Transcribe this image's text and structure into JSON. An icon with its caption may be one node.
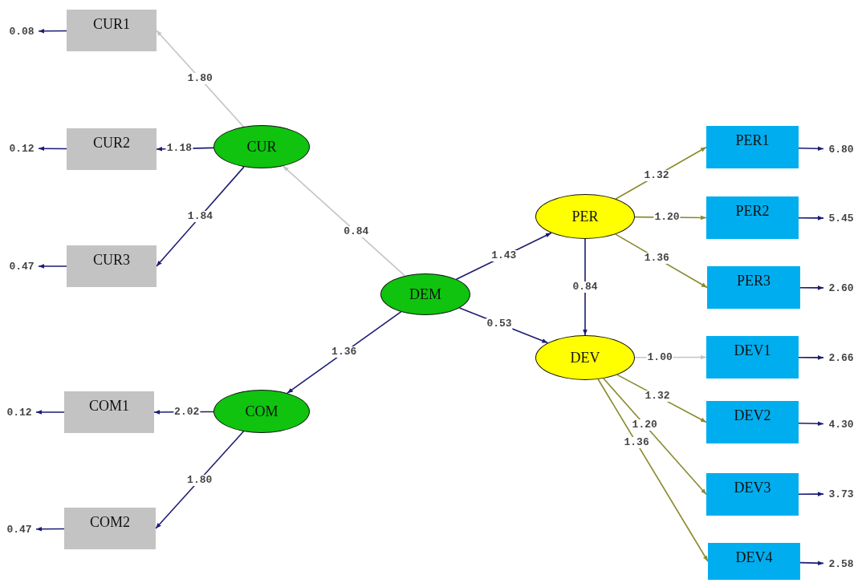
{
  "diagram": {
    "nodes": [
      {
        "text": [
          "CUR1"
        ]
      },
      {
        "text": [
          "CUR2"
        ]
      },
      {
        "text": [
          "CUR3"
        ]
      },
      {
        "text": [
          "COM1"
        ]
      },
      {
        "text": [
          "COM2"
        ]
      },
      {
        "text": [
          "CUR"
        ]
      },
      {
        "text": [
          "COM"
        ]
      },
      {
        "text": [
          "DEM"
        ]
      },
      {
        "text": [
          "PER"
        ]
      },
      {
        "text": [
          "DEV"
        ]
      },
      {
        "text": [
          "PER1"
        ]
      },
      {
        "text": [
          "PER2"
        ]
      },
      {
        "text": [
          "PER3"
        ]
      },
      {
        "text": [
          "DEV1"
        ]
      },
      {
        "text": [
          "DEV2"
        ]
      },
      {
        "text": [
          "DEV3"
        ]
      },
      {
        "text": [
          "DEV4"
        ]
      },
      {
        "text": [
          "0.08"
        ]
      },
      {
        "text": [
          "0.12"
        ]
      },
      {
        "text": [
          "0.47"
        ]
      },
      {
        "text": [
          "0.12"
        ]
      },
      {
        "text": [
          "0.47"
        ]
      },
      {
        "text": [
          "6.80"
        ]
      },
      {
        "text": [
          "5.45"
        ]
      },
      {
        "text": [
          "2.60"
        ]
      },
      {
        "text": [
          "2.66"
        ]
      },
      {
        "text": [
          "4.30"
        ]
      },
      {
        "text": [
          "3.73"
        ]
      },
      {
        "text": [
          "2.58"
        ]
      }
    ],
    "edges": [
      {
        "from": 5,
        "to": 0,
        "arrow": "to",
        "label": "1.80",
        "color": "#c4c4c4"
      },
      {
        "from": 5,
        "to": 1,
        "arrow": "to",
        "label": "1.18"
      },
      {
        "from": 5,
        "to": 2,
        "arrow": "to",
        "label": "1.84"
      },
      {
        "from": 7,
        "to": 5,
        "arrow": "to",
        "label": "0.84",
        "color": "#c4c4c4"
      },
      {
        "from": 7,
        "to": 6,
        "arrow": "to",
        "label": "1.36"
      },
      {
        "from": 6,
        "to": 3,
        "arrow": "to",
        "label": "2.02"
      },
      {
        "from": 6,
        "to": 4,
        "arrow": "to",
        "label": "1.80"
      },
      {
        "from": 7,
        "to": 8,
        "arrow": "to",
        "label": "1.43"
      },
      {
        "from": 7,
        "to": 9,
        "arrow": "to",
        "label": "0.53"
      },
      {
        "from": 8,
        "to": 9,
        "arrow": "to",
        "label": "0.84"
      },
      {
        "from": 8,
        "to": 10,
        "arrow": "to",
        "label": "1.32",
        "color": "#8a8a2e"
      },
      {
        "from": 8,
        "to": 11,
        "arrow": "to",
        "label": "1.20",
        "color": "#8a8a2e"
      },
      {
        "from": 8,
        "to": 12,
        "arrow": "to",
        "label": "1.36",
        "color": "#8a8a2e"
      },
      {
        "from": 9,
        "to": 13,
        "arrow": "to",
        "label": "1.00",
        "color": "#c4c4c4"
      },
      {
        "from": 9,
        "to": 14,
        "arrow": "to",
        "label": "1.32",
        "color": "#8a8a2e"
      },
      {
        "from": 9,
        "to": 15,
        "arrow": "to",
        "label": "1.20",
        "color": "#8a8a2e"
      },
      {
        "from": 9,
        "to": 16,
        "arrow": "to",
        "label": "1.36",
        "color": "#8a8a2e"
      },
      {
        "from": 0,
        "to": 17,
        "arrow": "to"
      },
      {
        "from": 1,
        "to": 18,
        "arrow": "to"
      },
      {
        "from": 2,
        "to": 19,
        "arrow": "to"
      },
      {
        "from": 3,
        "to": 20,
        "arrow": "to"
      },
      {
        "from": 4,
        "to": 21,
        "arrow": "to"
      },
      {
        "from": 10,
        "to": 22,
        "arrow": "to"
      },
      {
        "from": 11,
        "to": 23,
        "arrow": "to"
      },
      {
        "from": 12,
        "to": 24,
        "arrow": "to"
      },
      {
        "from": 13,
        "to": 25,
        "arrow": "to"
      },
      {
        "from": 14,
        "to": 26,
        "arrow": "to"
      },
      {
        "from": 15,
        "to": 27,
        "arrow": "to"
      },
      {
        "from": 16,
        "to": 28,
        "arrow": "to"
      }
    ]
  }
}
